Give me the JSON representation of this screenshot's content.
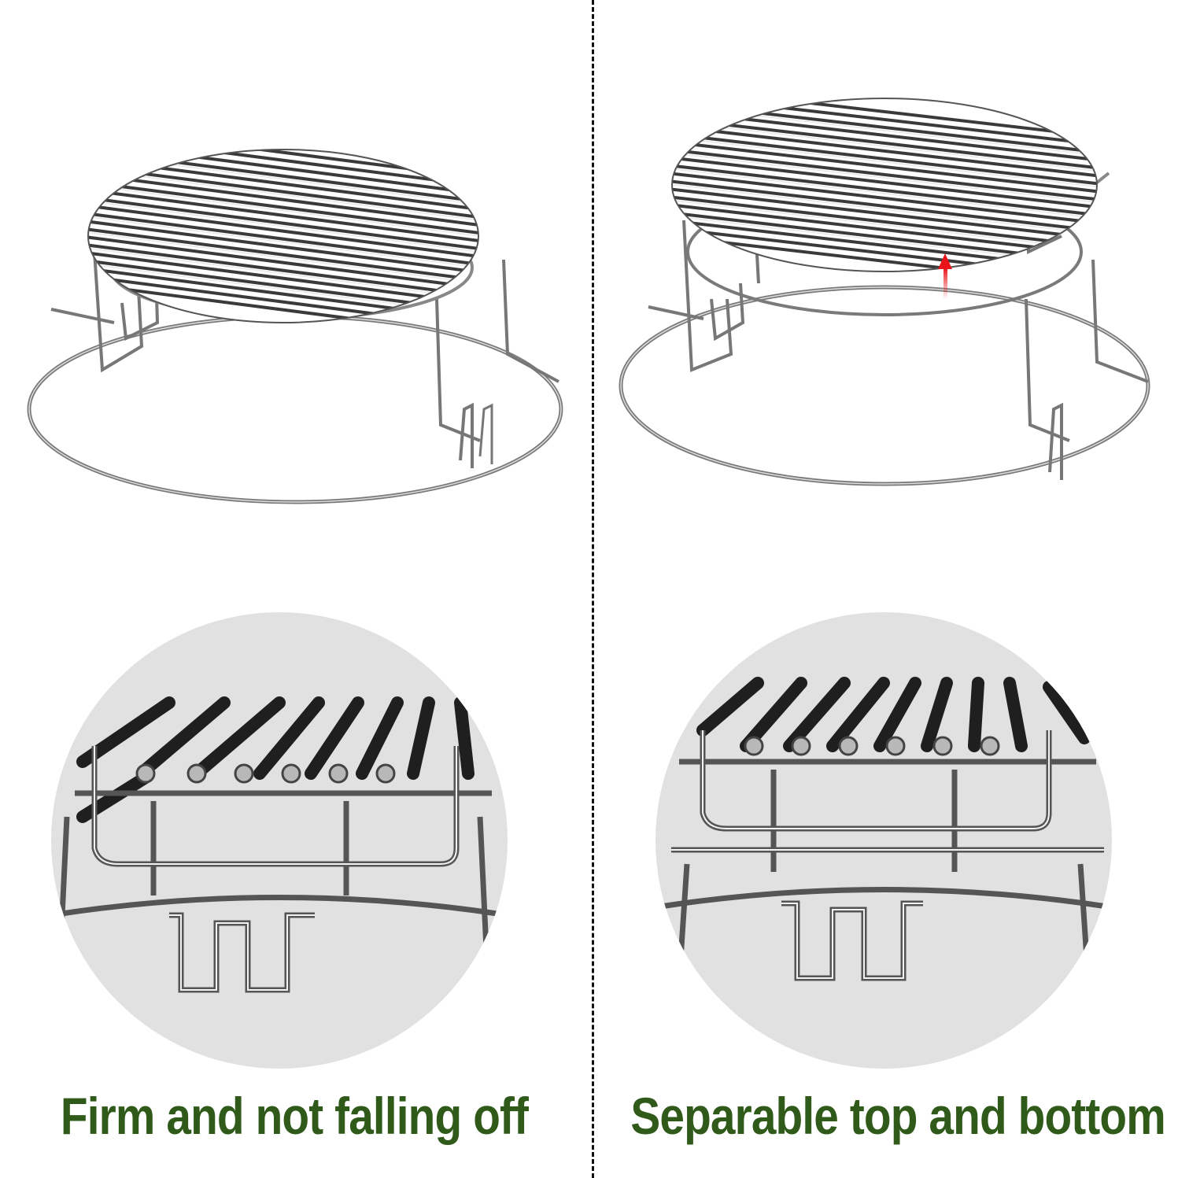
{
  "panels": [
    {
      "id": "left",
      "caption": "Firm and not falling off",
      "top_illustration": "assembled multi-level grill rack",
      "detail_illustration": "close-up of grate clipped onto frame"
    },
    {
      "id": "right",
      "caption": "Separable top and bottom",
      "top_illustration": "separated upper grate lifted from lower ring",
      "detail_illustration": "close-up of upper grate separated above lower ring"
    }
  ],
  "colors": {
    "caption_green": "#2f5a1a",
    "circle_bg": "#e1e1e1",
    "divider": "#111111",
    "arrow_red": "#e8141a",
    "wire": "#6a6a6a",
    "rod_dark": "#2a2a2a"
  },
  "arrow": {
    "direction": "up",
    "meaning": "lift top grate"
  }
}
